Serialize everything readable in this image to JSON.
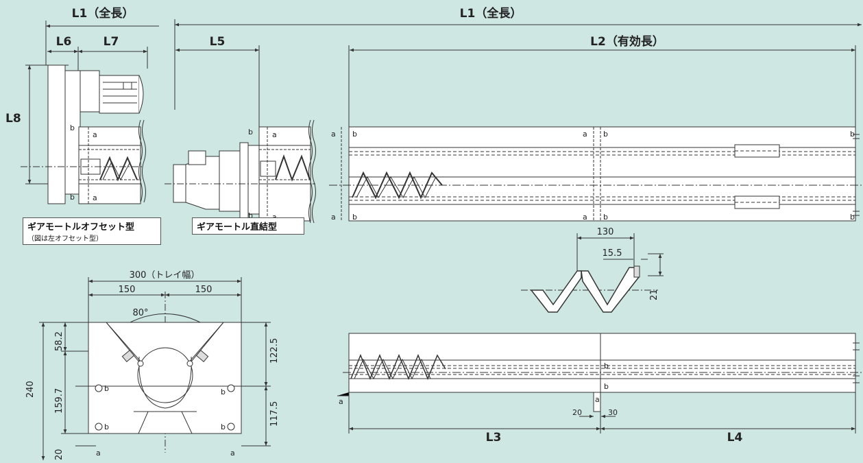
{
  "colors": {
    "background": "#cfe7e2",
    "line": "#333333",
    "fill": "#ffffff",
    "shade": "#dcdcdc"
  },
  "dims": {
    "l1_left": "L1（全長）",
    "l1_top": "L1（全長）",
    "l2": "L2（有効長）",
    "l3": "L3",
    "l4": "L4",
    "l5": "L5",
    "l6": "L6",
    "l7": "L7",
    "l8": "L8"
  },
  "captions": {
    "offset_title": "ギアモートルオフセット型",
    "offset_sub": "（図は左オフセット型）",
    "direct_title": "ギアモートル直結型"
  },
  "section": {
    "width_label": "300（トレイ幅）",
    "half_left": "150",
    "half_right": "150",
    "angle": "80°",
    "height_total": "240",
    "h_58": "58.2",
    "h_159": "159.7",
    "h_20": "20",
    "h_122": "122.5",
    "h_117": "117.5"
  },
  "screw": {
    "pitch": "130",
    "thickness": "15.5",
    "depth": "21"
  },
  "side": {
    "d20": "20",
    "d30": "30"
  },
  "marks": {
    "a": "a",
    "b": "b"
  }
}
